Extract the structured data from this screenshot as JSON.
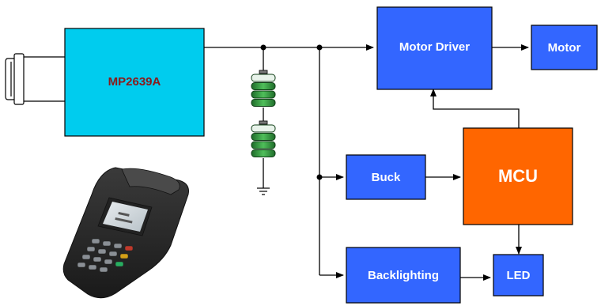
{
  "blocks": {
    "charger": {
      "label": "MP2639A",
      "fill": "#00CCEE",
      "text_color": "#8B1A1A"
    },
    "motor_driver": {
      "label": "Motor Driver",
      "fill": "#3366FF",
      "text_color": "#FFFFFF"
    },
    "motor": {
      "label": "Motor",
      "fill": "#3366FF",
      "text_color": "#FFFFFF"
    },
    "buck": {
      "label": "Buck",
      "fill": "#3366FF",
      "text_color": "#FFFFFF"
    },
    "mcu": {
      "label": "MCU",
      "fill": "#FF6600",
      "text_color": "#FFFFFF"
    },
    "backlighting": {
      "label": "Backlighting",
      "fill": "#3366FF",
      "text_color": "#FFFFFF"
    },
    "led": {
      "label": "LED",
      "fill": "#3366FF",
      "text_color": "#FFFFFF"
    }
  },
  "battery": {
    "cell_color": "#2E8B3A",
    "cell_count": 2
  },
  "icons": {
    "connector": "usb-connector-icon",
    "ground": "ground-symbol-icon",
    "device": "pos-terminal-icon"
  },
  "colors": {
    "wire": "#000000",
    "block_border": "#000000"
  }
}
